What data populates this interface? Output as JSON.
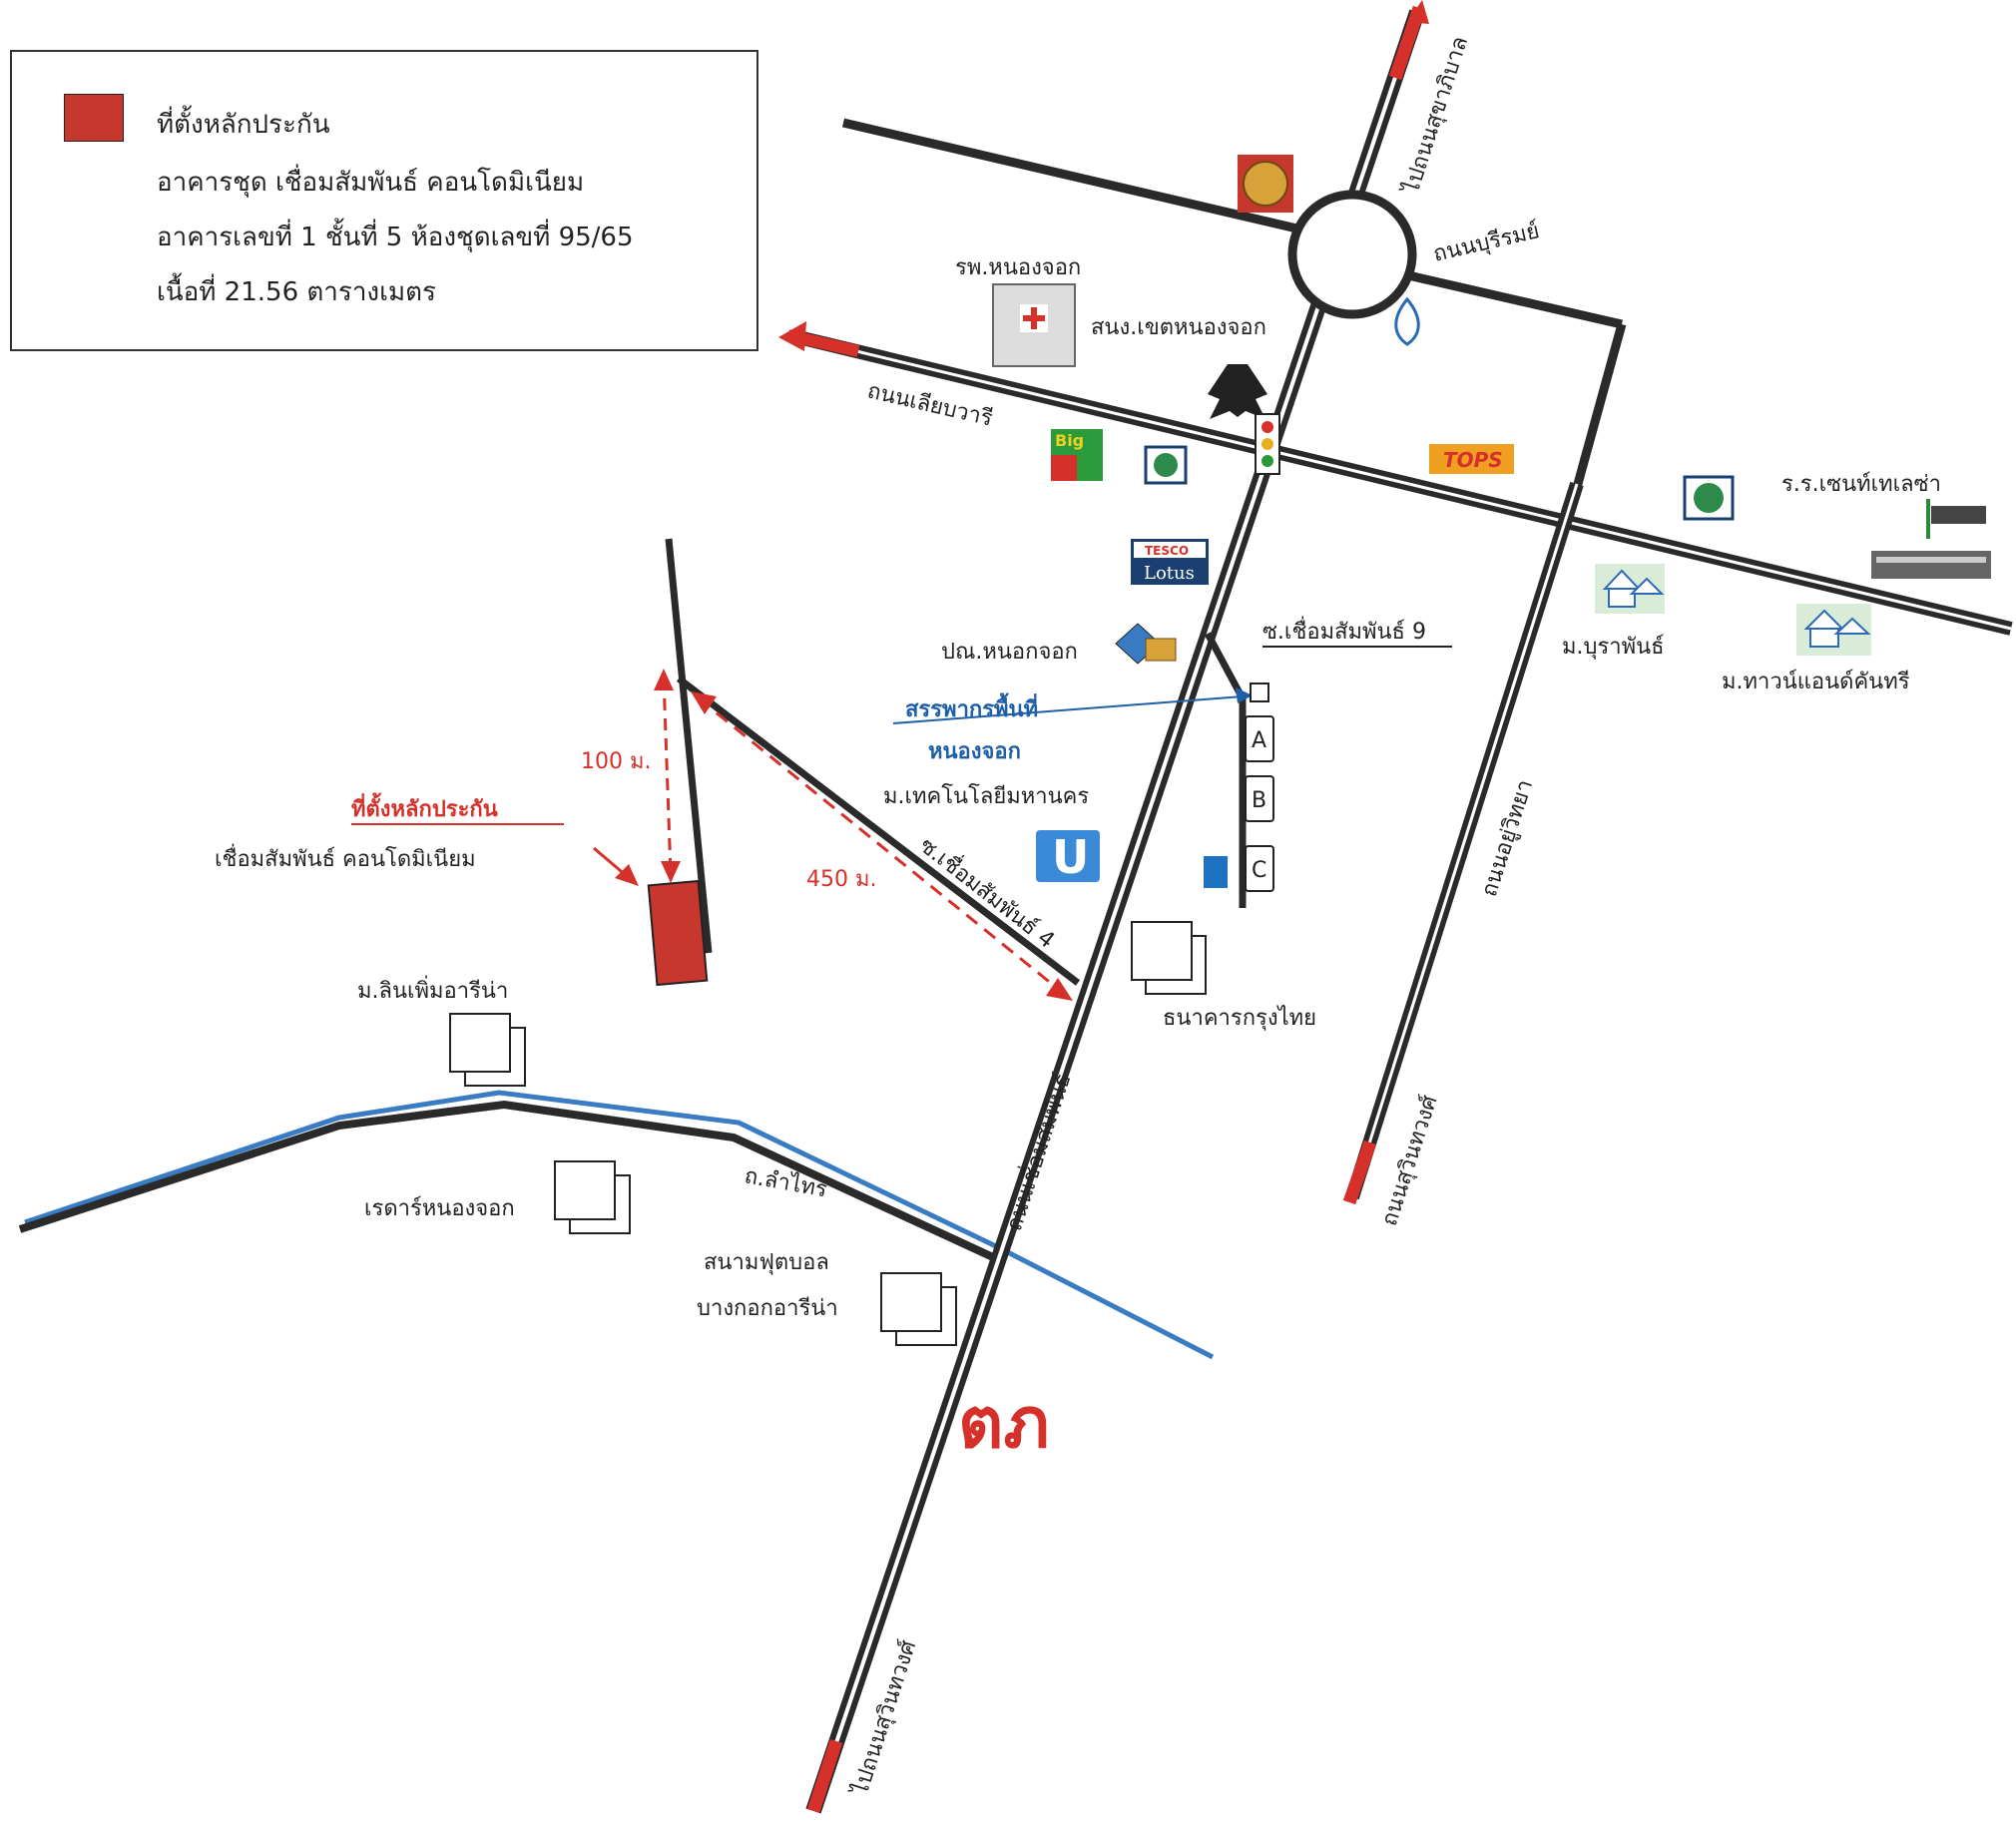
{
  "legend": {
    "title": "ที่ตั้งหลักประกัน",
    "line1": "อาคารชุด เชื่อมสัมพันธ์ คอนโดมิเนียม",
    "line2": "อาคารเลขที่ 1 ชั้นที่ 5 ห้องชุดเลขที่ 95/65",
    "line3": "เนื้อที่ 21.56 ตารางเมตร",
    "swatch_color": "#c8372d"
  },
  "roads": {
    "to_sukhaphiban": "ไปถนนสุขาภิบาล",
    "buriram": "ถนนบุรีรมย์",
    "liap_wari": "ถนนเลียบวารี",
    "chueam_samphan": "ถนนเชื่อมสัมพันธ์",
    "chueam_samphan_note": "ถนนเชื่อมสัมพันธ์",
    "utthayo": "ถนนอยู่วิทยา",
    "suwinthawong": "ถนนสุวินทวงศ์",
    "to_suwinthawong": "ไปถนนสุวินทวงศ์",
    "lam_sai": "ถ.ลำไทร",
    "soi_4": "ซ.เชื่อมสัมพันธ์ 4",
    "soi_9": "ซ.เชื่อมสัมพันธ์ 9"
  },
  "places": {
    "hospital": "รพ.หนองจอก",
    "district_office": "สนง.เขตหนองจอก",
    "post_office": "ปณ.หนอกจอก",
    "revenue_line1": "สรรพากรพื้นที่",
    "revenue_line2": "หนองจอก",
    "university": "ม.เทคโนโลยีมหานคร",
    "krungthai": "ธนาคารกรุงไทย",
    "lin_phoem": "ม.ลินเพิ่มอารีน่า",
    "radar": "เรดาร์หนองจอก",
    "stadium_line1": "สนามฟุตบอล",
    "stadium_line2": "บางกอกอารีน่า",
    "school": "ร.ร.เซนท์เทเลซ่า",
    "buraphan": "ม.บุราพันธ์",
    "town_country": "ม.ทาวน์แอนด์คันทรี",
    "collateral_title": "ที่ตั้งหลักประกัน",
    "collateral_name": "เชื่อมสัมพันธ์ คอนโดมิเนียม",
    "big_c": "Big",
    "tops": "TOPS",
    "tesco": "TESCO",
    "lotus": "Lotus",
    "bldg_a": "A",
    "bldg_b": "B",
    "bldg_c": "C",
    "u_logo": "U"
  },
  "distances": {
    "d100": "100 ม.",
    "d450": "450 ม."
  },
  "logo": "ตภ",
  "colors": {
    "road": "#2a2a2a",
    "red": "#d6302a",
    "blue_road": "#3a7cc4",
    "collateral": "#c8372d",
    "text_blue": "#1f5fa8"
  }
}
